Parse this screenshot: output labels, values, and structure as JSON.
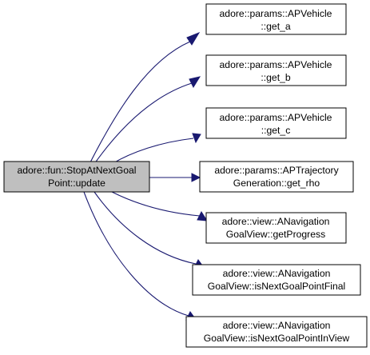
{
  "colors": {
    "source_fill": "#bfbfbf",
    "target_fill": "#ffffff",
    "edge": "#191970",
    "border": "#000000"
  },
  "source": {
    "line1": "adore::fun::StopAtNextGoal",
    "line2": "Point::update"
  },
  "targets": [
    {
      "line1": "adore::params::APVehicle",
      "line2": "::get_a"
    },
    {
      "line1": "adore::params::APVehicle",
      "line2": "::get_b"
    },
    {
      "line1": "adore::params::APVehicle",
      "line2": "::get_c"
    },
    {
      "line1": "adore::params::APTrajectory",
      "line2": "Generation::get_rho"
    },
    {
      "line1": "adore::view::ANavigation",
      "line2": "GoalView::getProgress"
    },
    {
      "line1": "adore::view::ANavigation",
      "line2": "GoalView::isNextGoalPointFinal"
    },
    {
      "line1": "adore::view::ANavigation",
      "line2": "GoalView::isNextGoalPointInView"
    }
  ]
}
